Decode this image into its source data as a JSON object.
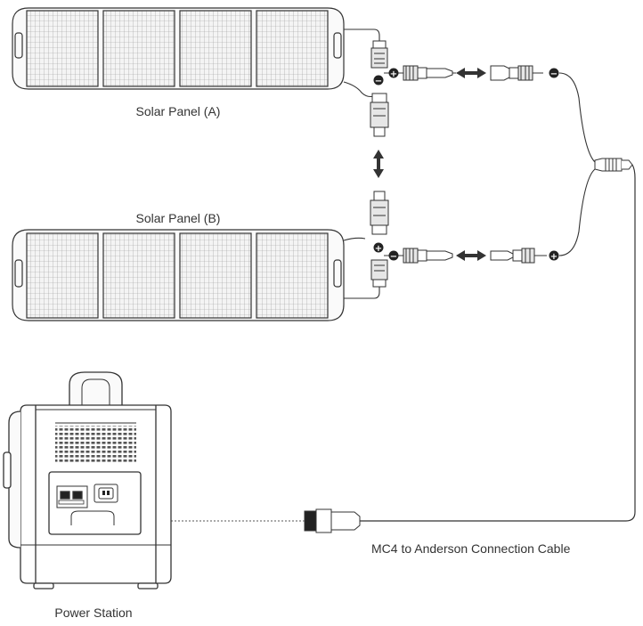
{
  "labels": {
    "panel_a": "Solar Panel (A)",
    "panel_b": "Solar Panel (B)",
    "cable": "MC4 to Anderson Connection Cable",
    "power_station": "Power Station"
  },
  "icons": {
    "plus": "+",
    "minus": "−"
  },
  "colors": {
    "line": "#333333",
    "panel_fill": "#f2f2f2",
    "dark": "#222222"
  }
}
